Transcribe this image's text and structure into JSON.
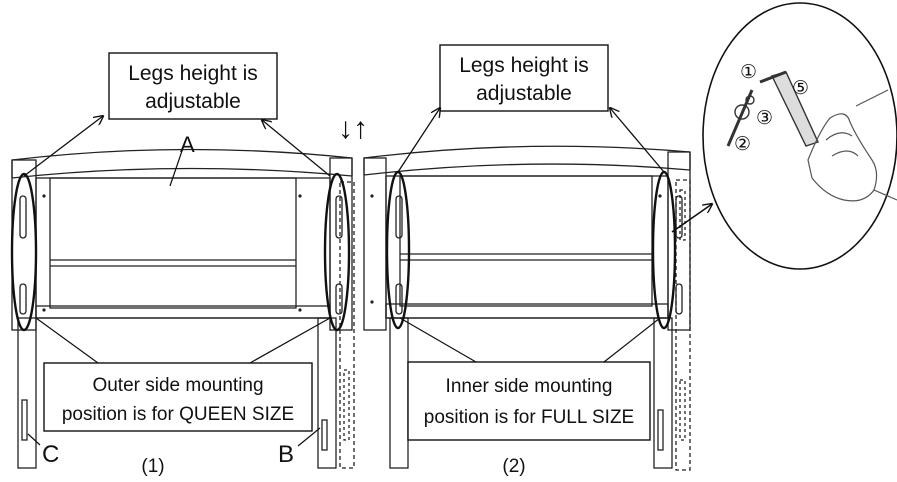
{
  "diagram": {
    "left_panel": {
      "top_note": [
        "Legs height is",
        "adjustable"
      ],
      "bottom_note": [
        "Outer side mounting",
        "position is for QUEEN SIZE"
      ],
      "label_a": "A",
      "label_b": "B",
      "label_c": "C",
      "caption": "(1)"
    },
    "right_panel": {
      "top_note": [
        "Legs height is",
        "adjustable"
      ],
      "bottom_note": [
        "Inner side mounting",
        "position is for FULL SIZE"
      ],
      "caption": "(2)"
    },
    "detail": {
      "marks": [
        "①",
        "②",
        "③",
        "⑤"
      ]
    },
    "updown_arrow_symbol": "↓↑"
  }
}
